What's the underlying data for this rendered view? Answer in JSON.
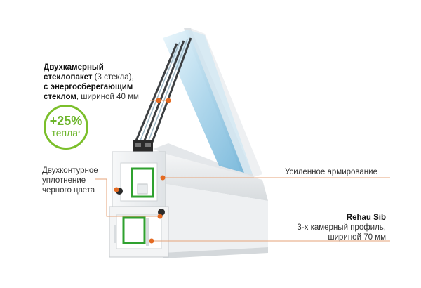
{
  "labels": {
    "glass": {
      "line1_bold": "Двухкамерный",
      "line2_bold": "стеклопакет",
      "line2_rest": " (3 стекла),",
      "line3_bold": "с энергосберегающим",
      "line4_bold": "стеклом",
      "line4_rest": ", шириной 40 мм"
    },
    "badge": {
      "percent": "+25%",
      "word": "тепла",
      "mark": "*"
    },
    "seal": {
      "line1": "Двухконтурное",
      "line2": "уплотнение",
      "line3": "черного цвета"
    },
    "reinforcement": "Усиленное армирование",
    "profile": {
      "name": "Rehau Sib",
      "line2": "3-х камерный профиль,",
      "line3": "шириной 70 мм"
    }
  },
  "colors": {
    "accent_green": "#6cb52a",
    "marker_orange": "#e46a22",
    "leader_orange": "#e6a37a",
    "glass_blue": "#a7d3ea",
    "profile_white": "#f2f4f5",
    "reinforcement_green": "#2fa12f"
  }
}
